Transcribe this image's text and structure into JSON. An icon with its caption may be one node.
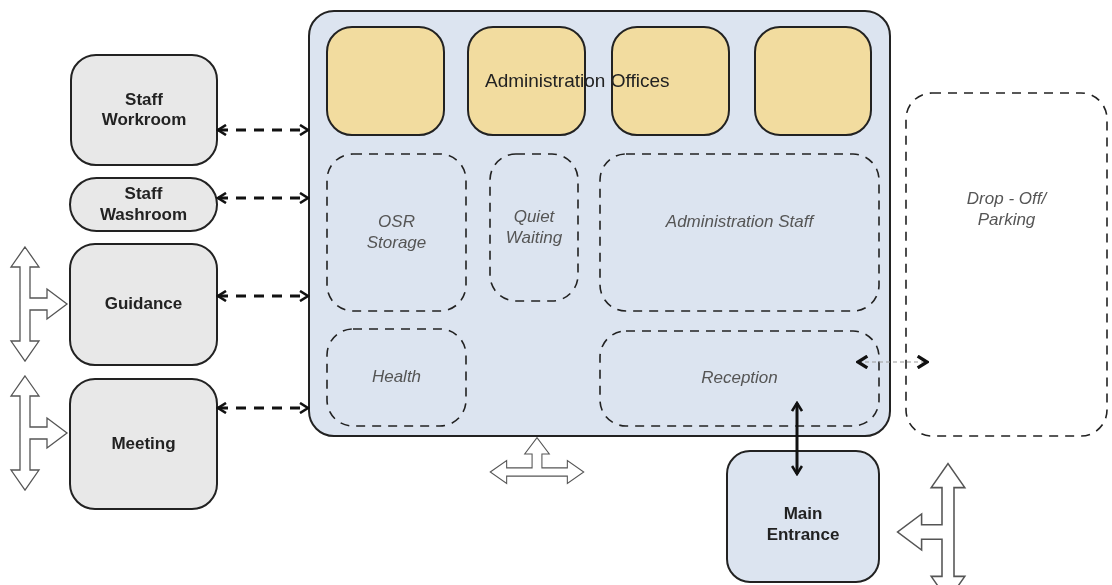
{
  "diagram": {
    "nodes": [
      {
        "text": [
          "Staff Workroom"
        ]
      },
      {
        "text": [
          "Staff Washroom"
        ]
      },
      {
        "text": [
          "Guidance"
        ]
      },
      {
        "text": [
          "Meeting"
        ]
      },
      {
        "text": [],
        "shape": "box"
      },
      {
        "text": [],
        "shape": "box",
        "in": 4
      },
      {
        "text": [],
        "shape": "box",
        "in": 4
      },
      {
        "text": [],
        "shape": "box",
        "in": 4
      },
      {
        "text": [],
        "shape": "box",
        "in": 4
      },
      {
        "text": [
          "OSR Storage"
        ],
        "in": 4
      },
      {
        "text": [
          "Quiet Waiting"
        ],
        "in": 4
      },
      {
        "text": [
          "Administration Staff"
        ],
        "in": 4
      },
      {
        "text": [
          "Health"
        ],
        "in": 4
      },
      {
        "text": [
          "Reception"
        ],
        "in": 4
      },
      {
        "text": [
          "Drop - Off/ Parking"
        ]
      },
      {
        "text": [
          "Main Entrance"
        ]
      }
    ],
    "edges": [
      {
        "from": 0,
        "to": 4,
        "arrow": "both",
        "style": "dashed"
      },
      {
        "from": 1,
        "to": 4,
        "arrow": "both",
        "style": "dashed"
      },
      {
        "from": 2,
        "to": 4,
        "arrow": "both",
        "style": "dashed"
      },
      {
        "from": 3,
        "to": 4,
        "arrow": "both",
        "style": "dashed"
      },
      {
        "from": 13,
        "to": 14,
        "arrow": "both",
        "style": "dashed",
        "color": "#999999"
      },
      {
        "from": 15,
        "to": 13,
        "arrow": "both"
      }
    ],
    "labels": [
      "Administration Offices"
    ]
  }
}
